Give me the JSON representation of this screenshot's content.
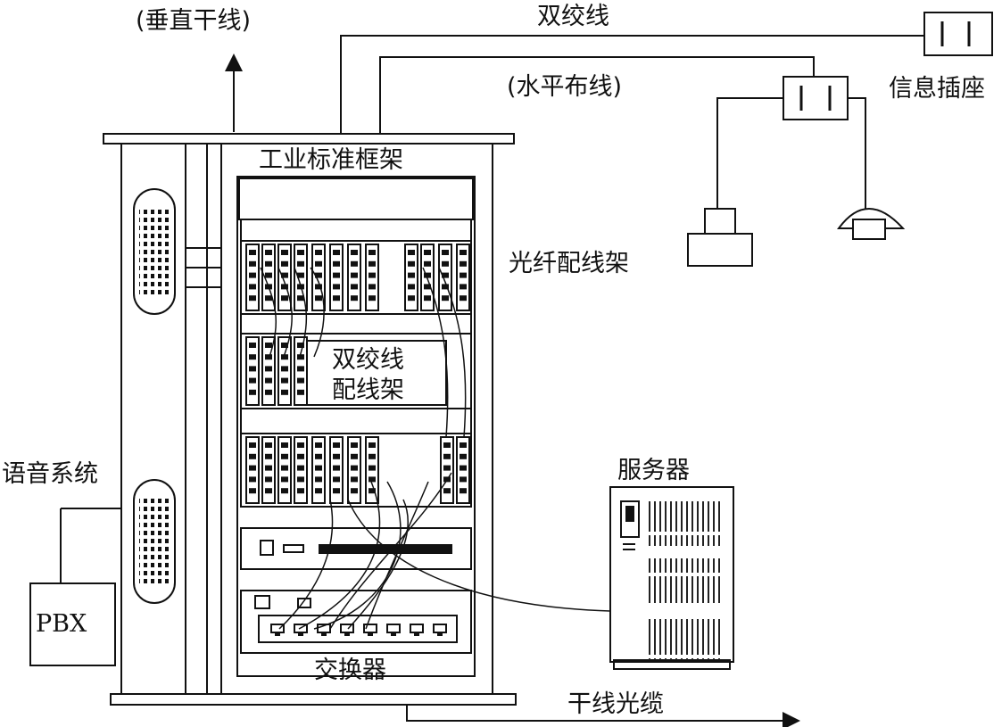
{
  "labels": {
    "vertical_trunk": "(垂直干线)",
    "twisted_pair_top": "双绞线",
    "horizontal_cabling": "(水平布线)",
    "info_outlet": "信息插座",
    "rack": "工业标准框架",
    "fiber_patch_panel": "光纤配线架",
    "twisted_pair_panel_line1": "双绞线",
    "twisted_pair_panel_line2": "配线架",
    "voice_system": "语音系统",
    "pbx": "PBX",
    "server": "服务器",
    "switch": "交换器",
    "trunk_fiber_cable": "干线光缆"
  },
  "colors": {
    "line": "#111111",
    "background": "#ffffff"
  }
}
